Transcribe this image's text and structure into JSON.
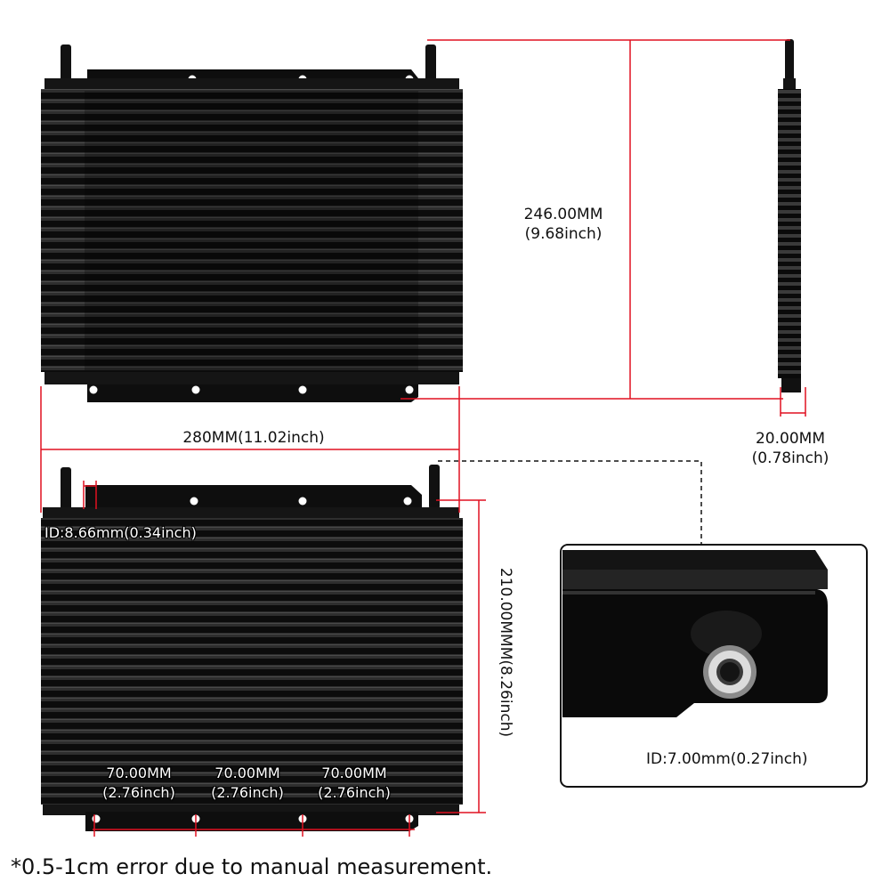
{
  "dimensions": {
    "height_main": "246.00MM",
    "height_main_inch": "(9.68inch)",
    "width": "280MM(11.02inch)",
    "thickness": "20.00MM",
    "thickness_inch": "(0.78inch)",
    "inlet_id": "ID:8.66mm(0.34inch)",
    "core_height": "210.00MMM(8.26inch)",
    "hole_spacing": [
      {
        "mm": "70.00MM",
        "inch": "(2.76inch)"
      },
      {
        "mm": "70.00MM",
        "inch": "(2.76inch)"
      },
      {
        "mm": "70.00MM",
        "inch": "(2.76inch)"
      }
    ],
    "outlet_id": "ID:7.00mm(0.27inch)"
  },
  "footnote": "*0.5-1cm error due to manual measurement.",
  "colors": {
    "dimension_line": "#e01020",
    "cooler_body": "#0c0c0c",
    "fin": "#2a2a2a",
    "detail_frame": "#111111"
  }
}
